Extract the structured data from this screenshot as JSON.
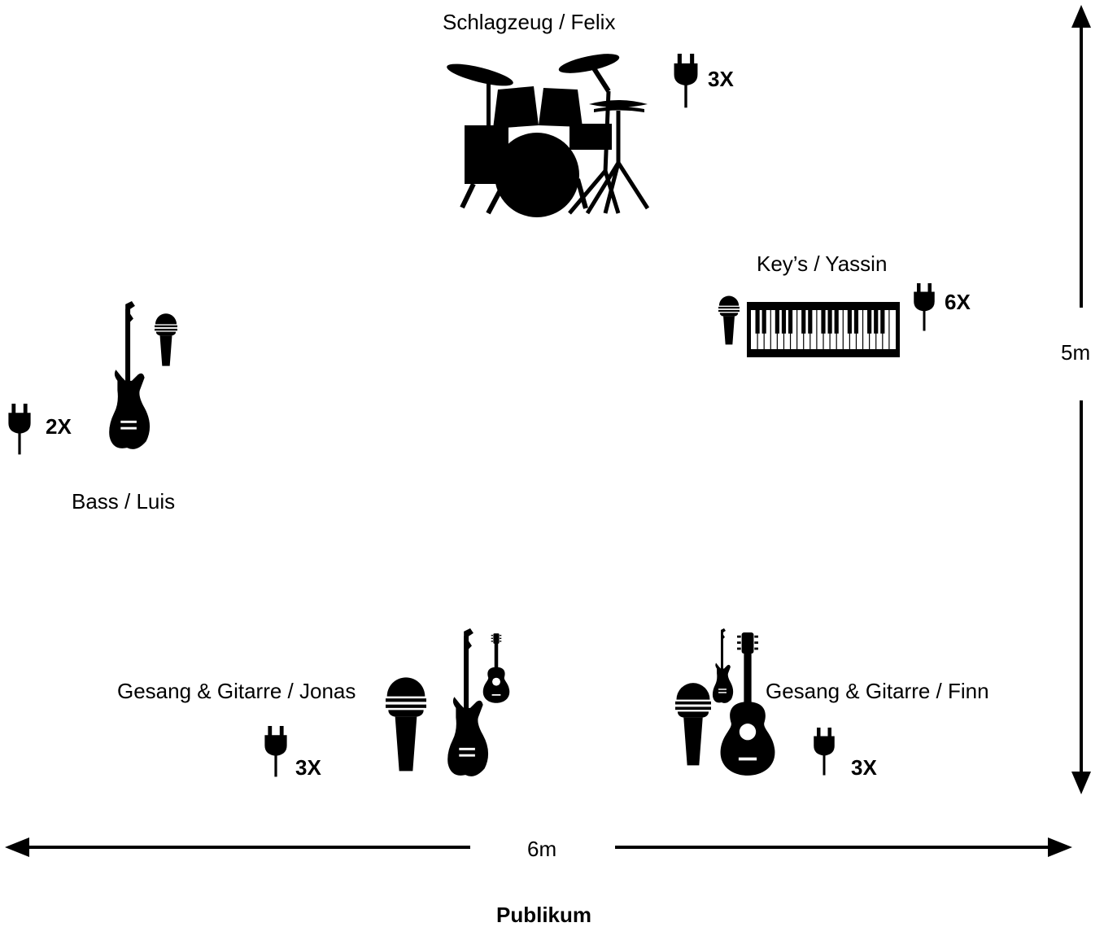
{
  "positions": {
    "drums": {
      "label": "Schlagzeug / Felix",
      "power": "3X"
    },
    "keys": {
      "label": "Key’s / Yassin",
      "power": "6X"
    },
    "bass": {
      "label": "Bass / Luis",
      "power": "2X"
    },
    "jonas": {
      "label": "Gesang & Gitarre / Jonas",
      "power": "3X"
    },
    "finn": {
      "label": "Gesang & Gitarre / Finn",
      "power": "3X"
    }
  },
  "dimensions": {
    "depth": "5m",
    "width": "6m"
  },
  "audience": "Publikum",
  "icons": [
    "drum-kit-icon",
    "keyboard-icon",
    "microphone-icon",
    "electric-guitar-icon",
    "acoustic-guitar-icon",
    "power-plug-icon"
  ],
  "colors": {
    "ink": "#000000",
    "background": "#ffffff"
  }
}
